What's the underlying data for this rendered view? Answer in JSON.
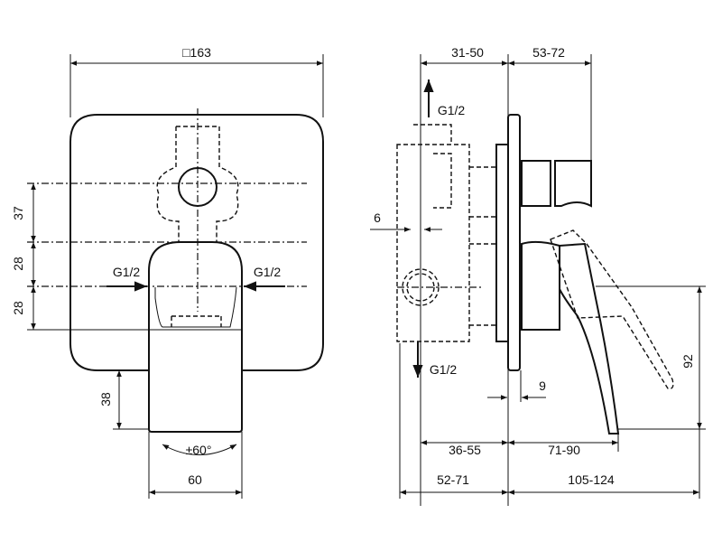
{
  "front_view": {
    "width_label": "□163",
    "dim_37": "37",
    "dim_28_upper": "28",
    "dim_28_lower": "28",
    "dim_38": "38",
    "dim_60": "60",
    "rotation_label": "±60°",
    "inlet_left": "G1/2",
    "inlet_right": "G1/2"
  },
  "side_view": {
    "dim_31_50": "31-50",
    "dim_53_72": "53-72",
    "outlet_top": "G1/2",
    "outlet_bottom": "G1/2",
    "dim_6": "6",
    "dim_9": "9",
    "dim_92": "92",
    "dim_36_55": "36-55",
    "dim_71_90": "71-90",
    "dim_52_71": "52-71",
    "dim_105_124": "105-124"
  }
}
